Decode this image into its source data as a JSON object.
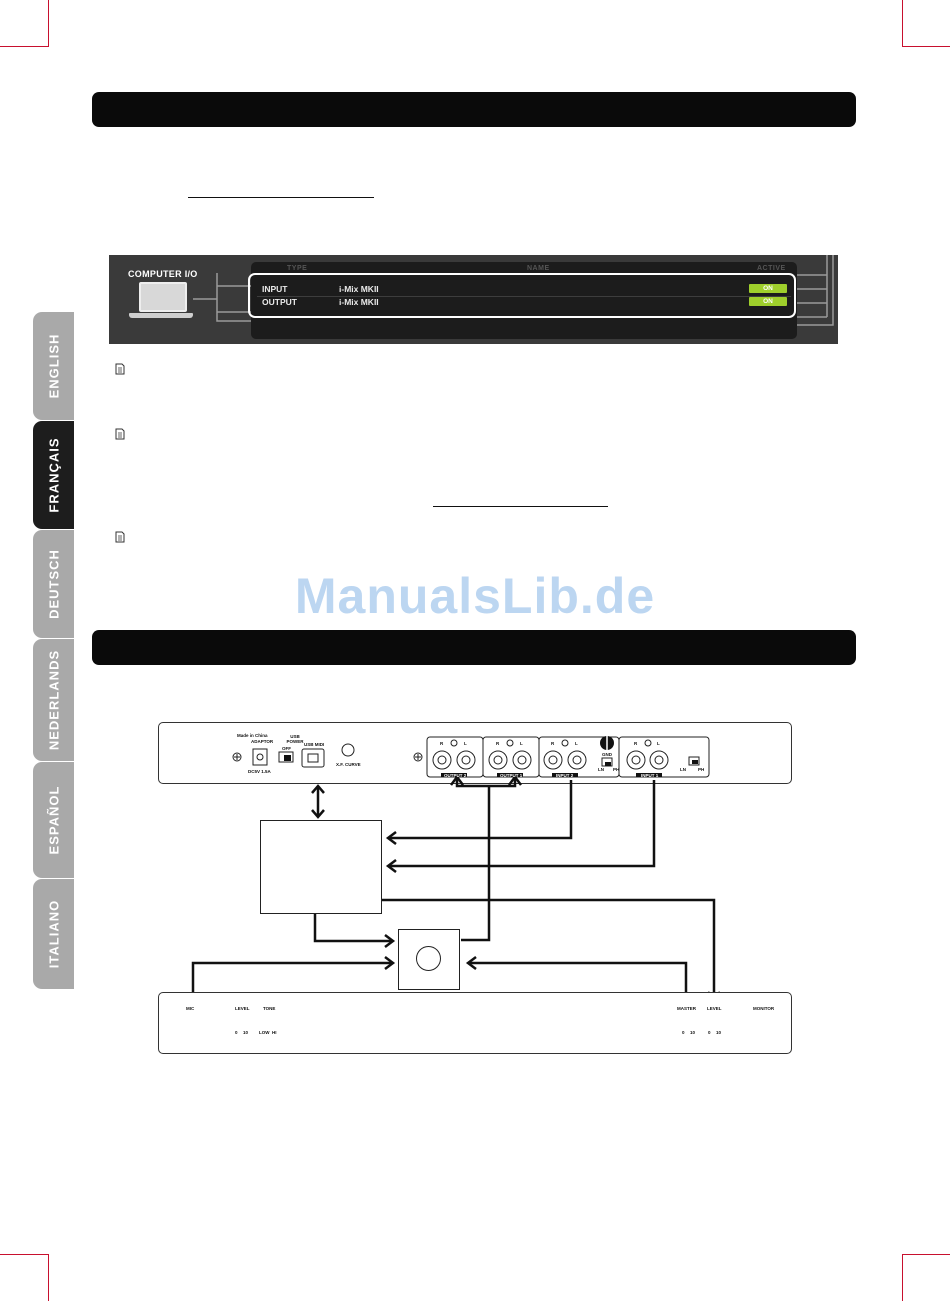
{
  "tabs": [
    {
      "label": "ENGLISH",
      "active": false
    },
    {
      "label": "FRANÇAIS",
      "active": true
    },
    {
      "label": "DEUTSCH",
      "active": false
    },
    {
      "label": "NEDERLANDS",
      "active": false
    },
    {
      "label": "ESPAÑOL",
      "active": false
    },
    {
      "label": "ITALIANO",
      "active": false
    }
  ],
  "computer_io": {
    "label": "COMPUTER I/O",
    "headers": {
      "type": "TYPE",
      "name": "NAME",
      "active": "ACTIVE"
    },
    "rows": [
      {
        "type": "INPUT",
        "name": "i-Mix MKII",
        "status": "ON"
      },
      {
        "type": "OUTPUT",
        "name": "i-Mix MKII",
        "status": "ON"
      }
    ],
    "status_color": "#9fcf2c"
  },
  "watermark": "ManualsLib.de",
  "rear_panel": {
    "made_in": "Made in China",
    "adaptor": "ADAPTOR",
    "adaptor_rating": "DC5V 1.5A",
    "usb_power": "USB POWER",
    "usb_power_off": "OFF",
    "usb_midi": "USB MIDI",
    "xf_curve": "X.F. CURVE",
    "output2": "OUTPUT 2",
    "output1": "OUTPUT 1",
    "input2": "INPUT 2",
    "input1": "INPUT 1",
    "gnd": "GND",
    "jack_r": "R",
    "jack_l": "L",
    "switch_line": "LN",
    "switch_phono": "PH"
  },
  "front_panel": {
    "mic": "MIC",
    "level": "LEVEL",
    "tone": "TONE",
    "tone_low": "LOW",
    "tone_hi": "HI",
    "master": "MASTER",
    "monitor": "MONITOR",
    "scale_min": "0",
    "scale_max": "10"
  }
}
